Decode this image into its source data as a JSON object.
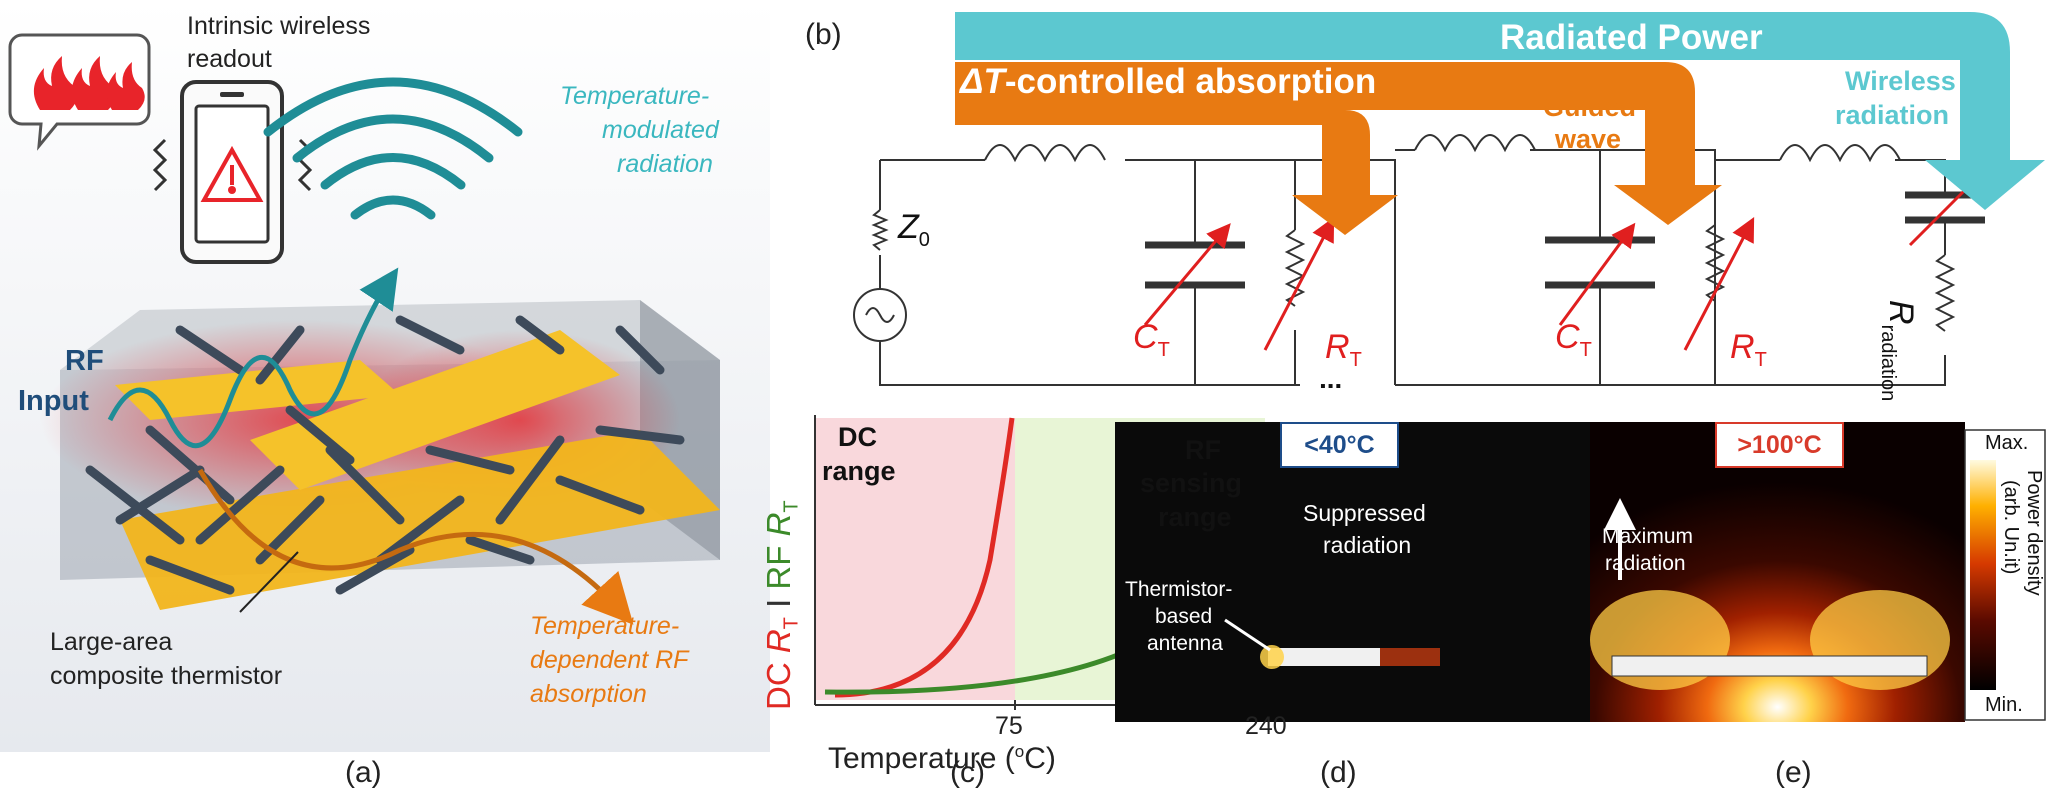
{
  "panel_a": {
    "letter": "(a)",
    "readout_line1": "Intrinsic wireless",
    "readout_line2": "readout",
    "radiation_line1": "Temperature-",
    "radiation_line2": "modulated",
    "radiation_line3": "radiation",
    "rf_line1": "RF",
    "rf_line2": "Input",
    "thermistor_line1": "Large-area",
    "thermistor_line2": "composite thermistor",
    "absorption_line1": "Temperature-",
    "absorption_line2": "dependent RF",
    "absorption_line3": "absorption",
    "colors": {
      "radiation": "#3ab7bf",
      "absorption": "#e87a12",
      "gold": "#f2b51b",
      "fire": "#e8242a"
    }
  },
  "panel_b": {
    "letter": "(b)",
    "radiated_power": "Radiated Power",
    "delta_t_symbol": "ΔT",
    "delta_t_rest": "-controlled absorption",
    "guided_line1": "Guided",
    "guided_line2": "wave",
    "wireless_line1": "Wireless",
    "wireless_line2": "radiation",
    "z0": "Z",
    "z0_sub": "0",
    "ct1": "C",
    "ct1_sub": "T",
    "rt1": "R",
    "rt1_sub": "T",
    "ct2": "C",
    "ct2_sub": "T",
    "rt2": "R",
    "rt2_sub": "T",
    "ellipsis": "▪▪▪",
    "r_rad": "R",
    "r_rad_sub": "radiation",
    "colors": {
      "teal": "#5cc8d0",
      "orange": "#e87a12",
      "red": "#e01f1f"
    }
  },
  "panel_c": {
    "letter": "(c)",
    "ylabel_dc": "DC",
    "ylabel_r": "R",
    "ylabel_t": "T",
    "ylabel_sep": "I",
    "ylabel_rf": "RF",
    "dc_range_line1": "DC",
    "dc_range_line2": "range",
    "rf_range_line1": "RF",
    "rf_range_line2": "sensing",
    "rf_range_line3": "range",
    "tick1": "75",
    "tick2": "240",
    "xlabel": "Temperature (",
    "xlabel_unit": "o",
    "xlabel_end": "C)",
    "colors": {
      "dc": "#e02a24",
      "rf": "#3c8a2a",
      "dc_bg": "#f9d8dc",
      "rf_bg": "#e8f5d6"
    }
  },
  "panel_d": {
    "letter": "(d)",
    "temp_badge": "<40°C",
    "suppressed_line1": "Suppressed",
    "suppressed_line2": "radiation",
    "antenna_line1": "Thermistor-",
    "antenna_line2": "based",
    "antenna_line3": "antenna",
    "badge_color": "#1e4d8a"
  },
  "panel_e": {
    "letter": "(e)",
    "temp_badge": ">100°C",
    "max_line1": "Maximum",
    "max_line2": "radiation",
    "colorbar_max": "Max.",
    "colorbar_min": "Min.",
    "colorbar_label1": "Power density",
    "colorbar_label2": "(arb. Un.it)",
    "badge_color": "#d83a2a"
  }
}
